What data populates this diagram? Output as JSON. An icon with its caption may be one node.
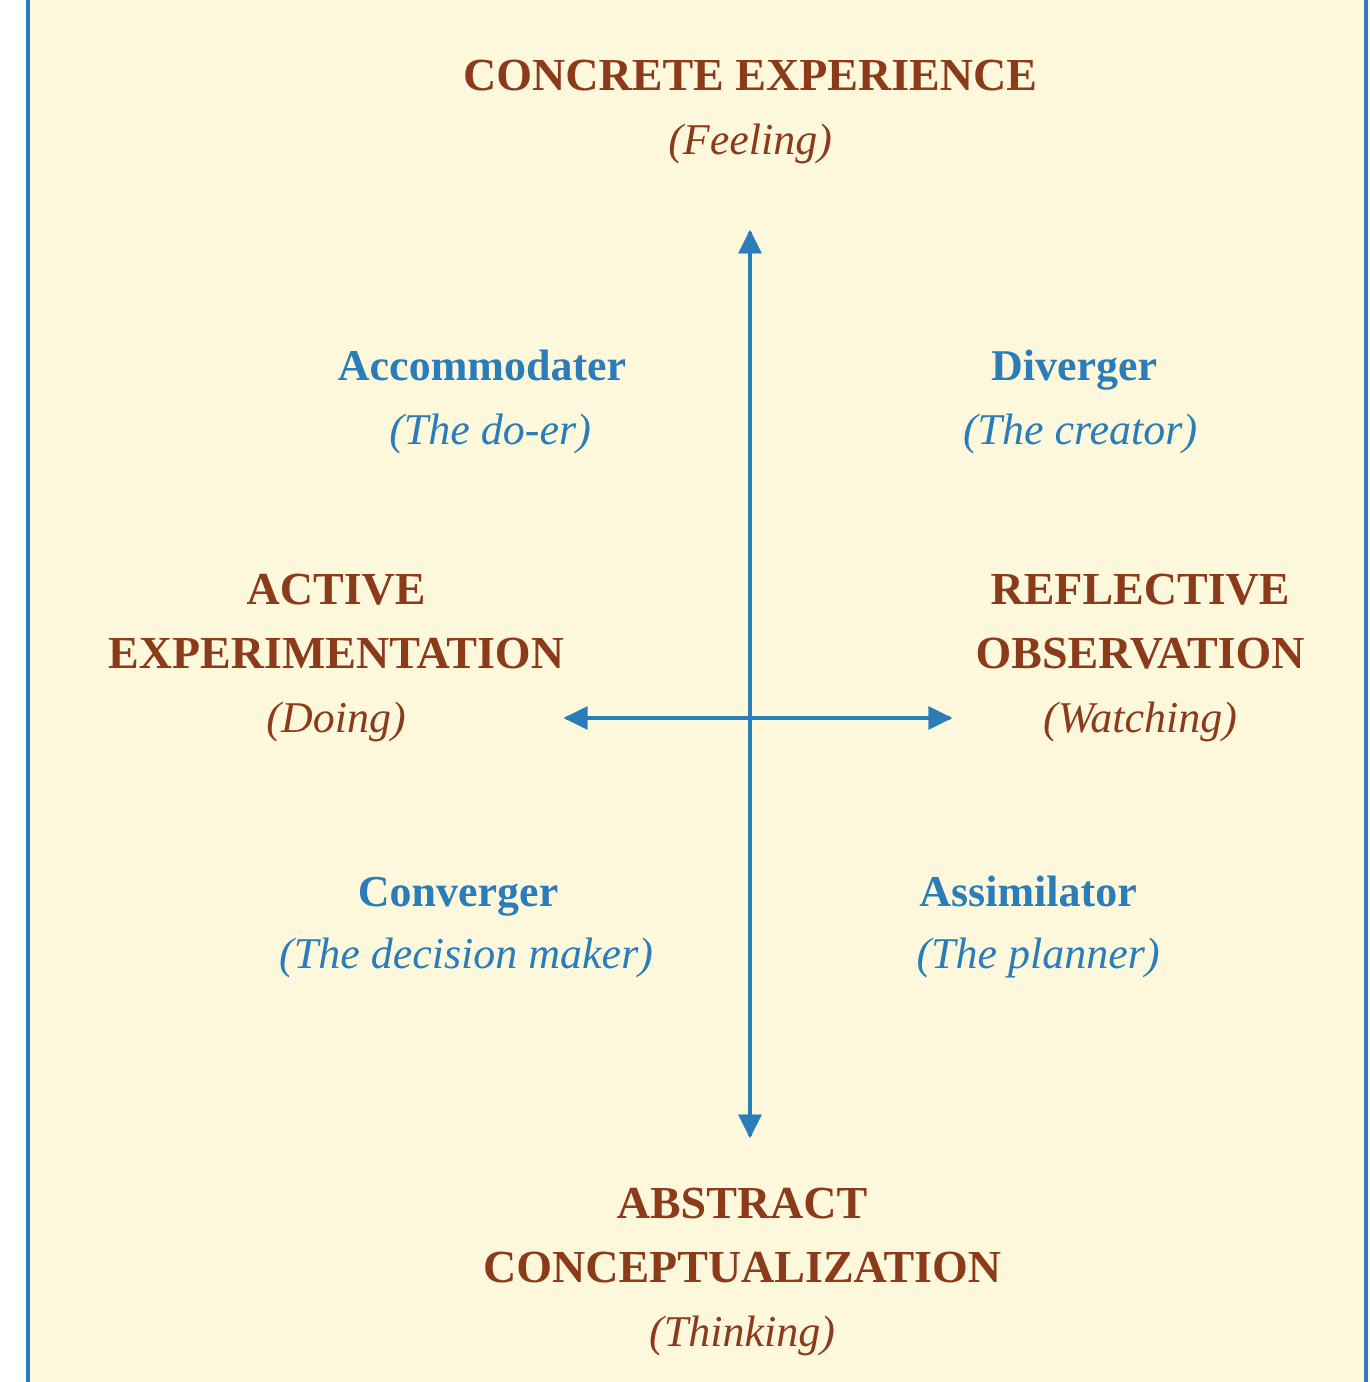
{
  "diagram": {
    "nodes": [
      {
        "text": [
          "CONCRETE EXPERIENCE",
          "(Feeling)"
        ]
      },
      {
        "text": [
          "ACTIVE EXPERIMENTATION",
          "(Doing)"
        ]
      },
      {
        "text": [
          "REFLECTIVE OBSERVATION",
          "(Watching)"
        ]
      },
      {
        "text": [
          "ABSTRACT CONCEPTUALIZATION",
          "(Thinking)"
        ]
      }
    ],
    "edges": [
      {
        "from": 0,
        "to": 3,
        "arrow": "both"
      },
      {
        "from": 1,
        "to": 2,
        "arrow": "both"
      }
    ],
    "labels": [
      "Accommodater",
      "(The do-er)",
      "Diverger",
      "(The creator)",
      "Converger",
      "(The decision maker)",
      "Assimilator",
      "(The planner)"
    ]
  }
}
